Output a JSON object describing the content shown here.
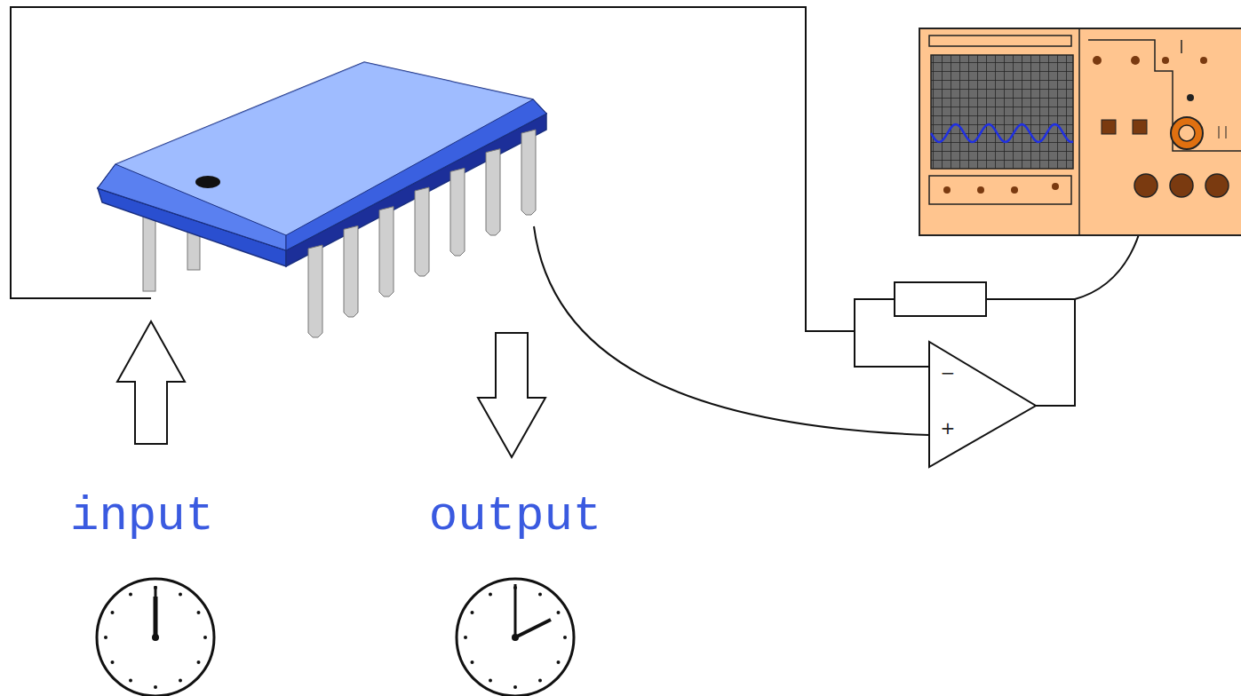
{
  "diagram": {
    "labels": [
      "input",
      "output",
      "−",
      "+"
    ]
  }
}
